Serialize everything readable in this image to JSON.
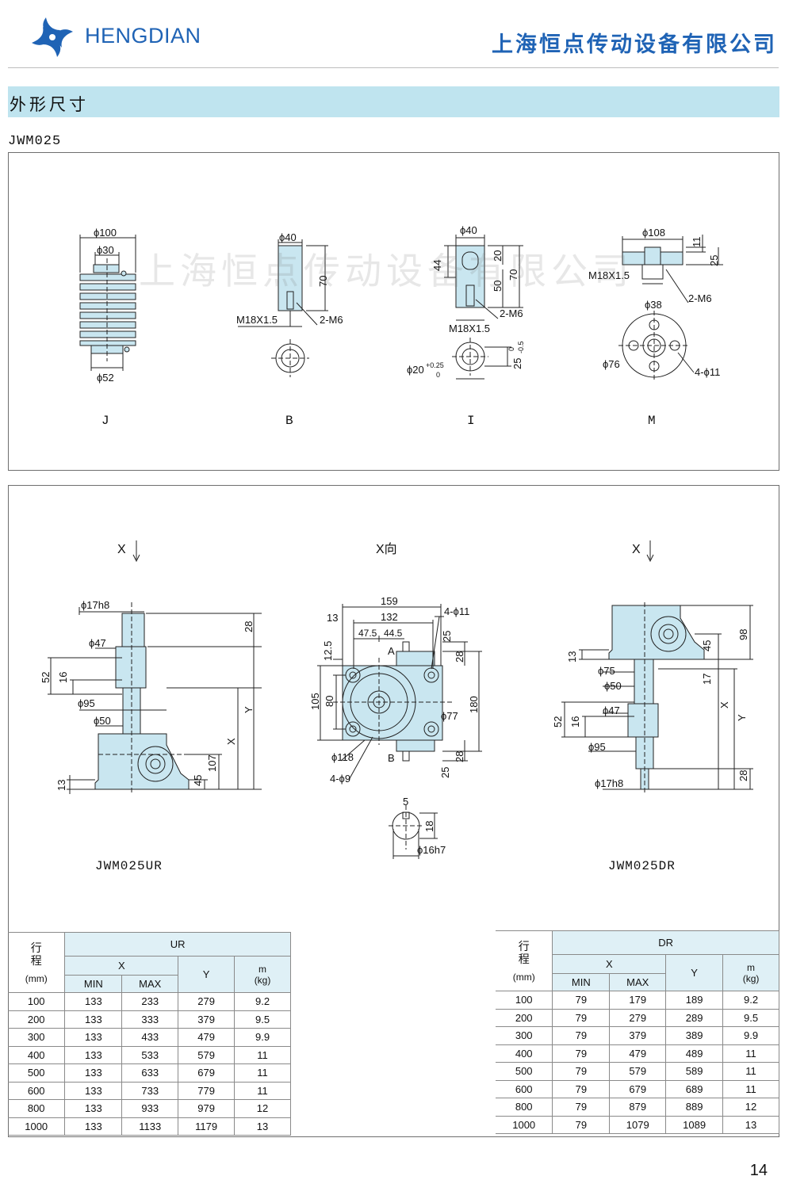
{
  "header": {
    "brand": "HENGDIAN",
    "company": "上海恒点传动设备有限公司"
  },
  "section": {
    "title": "外形尺寸"
  },
  "model": "JWM025",
  "watermark": "上海恒点传动设备有限公司",
  "top_panel": {
    "captions": [
      "J",
      "B",
      "I",
      "M"
    ],
    "labels": {
      "j_d100": "ϕ100",
      "j_d30": "ϕ30",
      "j_d52": "ϕ52",
      "b_d40": "ϕ40",
      "b_70": "70",
      "b_thread": "M18X1.5",
      "b_m6": "2-M6",
      "i_d40": "ϕ40",
      "i_44": "44",
      "i_20": "20",
      "i_50": "50",
      "i_70": "70",
      "i_m6": "2-M6",
      "i_thread": "M18X1.5",
      "i_d20": "ϕ20",
      "i_tol1": "+0.25",
      "i_tol2": "0",
      "i_25": "25",
      "i_tol3": "0",
      "i_tol4": "-0.5",
      "m_d108": "ϕ108",
      "m_11": "11",
      "m_25": "25",
      "m_thread": "M18X1.5",
      "m_m6": "2-M6",
      "m_d38": "ϕ38",
      "m_d76": "ϕ76",
      "m_holes": "4-ϕ11"
    }
  },
  "bottom_panel": {
    "view_x_left": "X",
    "view_x_mid": "X向",
    "view_x_right": "X",
    "caption_ur": "JWM025UR",
    "caption_dr": "JWM025DR",
    "ur_labels": {
      "d17": "ϕ17h8",
      "28": "28",
      "d47": "ϕ47",
      "52": "52",
      "16": "16",
      "d95": "ϕ95",
      "d50": "ϕ50",
      "y": "Y",
      "x": "X",
      "107": "107",
      "45": "45",
      "13": "13"
    },
    "mid_labels": {
      "159": "159",
      "132": "132",
      "13": "13",
      "47_5": "47.5",
      "44_5": "44.5",
      "holes11": "4-ϕ11",
      "25a": "25",
      "28a": "28",
      "a": "A",
      "12_5": "12.5",
      "105": "105",
      "80": "80",
      "180": "180",
      "d77": "ϕ77",
      "d118": "ϕ118",
      "b": "B",
      "holes9": "4-ϕ9",
      "28b": "28",
      "25b": "25",
      "5": "5",
      "18": "18",
      "d16": "ϕ16h7"
    },
    "dr_labels": {
      "98": "98",
      "45": "45",
      "13": "13",
      "d75": "ϕ75",
      "d50": "ϕ50",
      "17": "17",
      "x": "X",
      "y": "Y",
      "d47": "ϕ47",
      "52": "52",
      "16": "16",
      "d95": "ϕ95",
      "28": "28",
      "d17": "ϕ17h8"
    }
  },
  "tables": {
    "ur": {
      "stroke_label": "行\n程",
      "stroke_unit": "(mm)",
      "group": "UR",
      "x_label": "X",
      "min": "MIN",
      "max": "MAX",
      "y": "Y",
      "m": "m",
      "m_unit": "(kg)",
      "rows": [
        [
          "100",
          "133",
          "233",
          "279",
          "9.2"
        ],
        [
          "200",
          "133",
          "333",
          "379",
          "9.5"
        ],
        [
          "300",
          "133",
          "433",
          "479",
          "9.9"
        ],
        [
          "400",
          "133",
          "533",
          "579",
          "11"
        ],
        [
          "500",
          "133",
          "633",
          "679",
          "11"
        ],
        [
          "600",
          "133",
          "733",
          "779",
          "11"
        ],
        [
          "800",
          "133",
          "933",
          "979",
          "12"
        ],
        [
          "1000",
          "133",
          "1133",
          "1179",
          "13"
        ]
      ]
    },
    "dr": {
      "stroke_label": "行\n程",
      "stroke_unit": "(mm)",
      "group": "DR",
      "x_label": "X",
      "min": "MIN",
      "max": "MAX",
      "y": "Y",
      "m": "m",
      "m_unit": "(kg)",
      "rows": [
        [
          "100",
          "79",
          "179",
          "189",
          "9.2"
        ],
        [
          "200",
          "79",
          "279",
          "289",
          "9.5"
        ],
        [
          "300",
          "79",
          "379",
          "389",
          "9.9"
        ],
        [
          "400",
          "79",
          "479",
          "489",
          "11"
        ],
        [
          "500",
          "79",
          "579",
          "589",
          "11"
        ],
        [
          "600",
          "79",
          "679",
          "689",
          "11"
        ],
        [
          "800",
          "79",
          "879",
          "889",
          "12"
        ],
        [
          "1000",
          "79",
          "1079",
          "1089",
          "13"
        ]
      ]
    }
  },
  "page_number": "14",
  "colors": {
    "brand_blue": "#1f63b5",
    "section_bg": "#bfe4ef",
    "part_fill": "#c9e6f0",
    "table_header": "#dff0f6"
  }
}
